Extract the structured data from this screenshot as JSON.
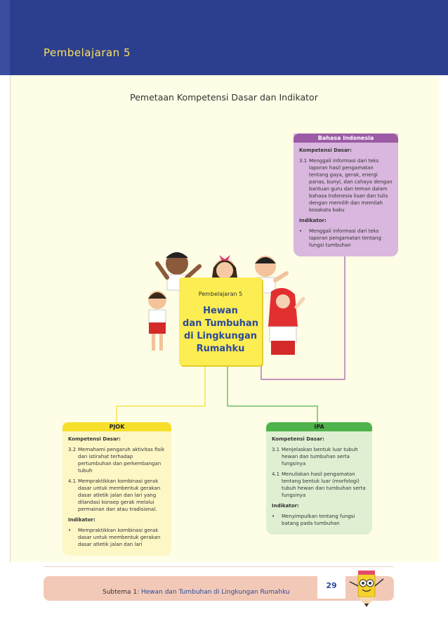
{
  "header": {
    "title": "Pembelajaran  5"
  },
  "page_title": "Pemetaan Kompetensi Dasar dan Indikator",
  "center": {
    "subtitle": "Pembelajaran 5",
    "title_lines": [
      "Hewan",
      "dan Tumbuhan",
      "di Lingkungan",
      "Rumahku"
    ]
  },
  "bahasa": {
    "title": "Bahasa Indonesia",
    "kd_label": "Kompetensi Dasar:",
    "kd_num": "3.1",
    "kd_text": "Menggali informasi dari teks laporan hasil pengamatan tentang gaya, gerak, energi panas, bunyi, dan cahaya dengan bantuan guru dan teman dalam bahasa Indonesia lisan dan tulis dengan memilih dan memilah kosakata baku",
    "ind_label": "Indikator:",
    "ind_bullet": "•",
    "ind_text": "Menggali informasi dari teks laporan pengamatan tentang fungsi tumbuhan"
  },
  "pjok": {
    "title": "PJOK",
    "kd_label": "Kompetensi Dasar:",
    "kd1_num": "3.2",
    "kd1_text": "Memahami pengaruh aktivitas fisik dan istirahat terhadap pertumbuhan dan perkembangan tubuh",
    "kd2_num": "4.1",
    "kd2_text": "Mempraktikkan kombinasi gerak dasar untuk membentuk gerakan dasar atletik jalan dan lari yang dilandasi konsep gerak melalui permainan dan atau tradisional.",
    "ind_label": "Indikator:",
    "ind_bullet": "•",
    "ind_text": "Mempraktikkan kombinasi gerak dasar untuk membentuk gerakan dasar atletik jalan dan lari"
  },
  "ipa": {
    "title": "IPA",
    "kd_label": "Kompetensi Dasar:",
    "kd1_num": "3.1",
    "kd1_text": "Menjelaskan bentuk luar tubuh hewan dan tumbuhan serta fungsinya",
    "kd2_num": "4.1",
    "kd2_text": "Menuliskan hasil pengamatan tentang bentuk luar (morfologi) tubuh hewan dan tumbuhan serta fungsinya",
    "ind_label": "Indikator:",
    "ind_bullet": "•",
    "ind_text": "Menyimpulkan tentang fungsi batang pada tumbuhan"
  },
  "footer": {
    "prefix": "Subtema 1: ",
    "subtitle": "Hewan dan Tumbuhan di Lingkungan Rumahku",
    "page_number": "29"
  },
  "colors": {
    "header_blue": "#2c3f8f",
    "bahasa_purple": "#9c5ba5",
    "pjok_yellow": "#f5df2b",
    "ipa_green": "#4db34a"
  }
}
